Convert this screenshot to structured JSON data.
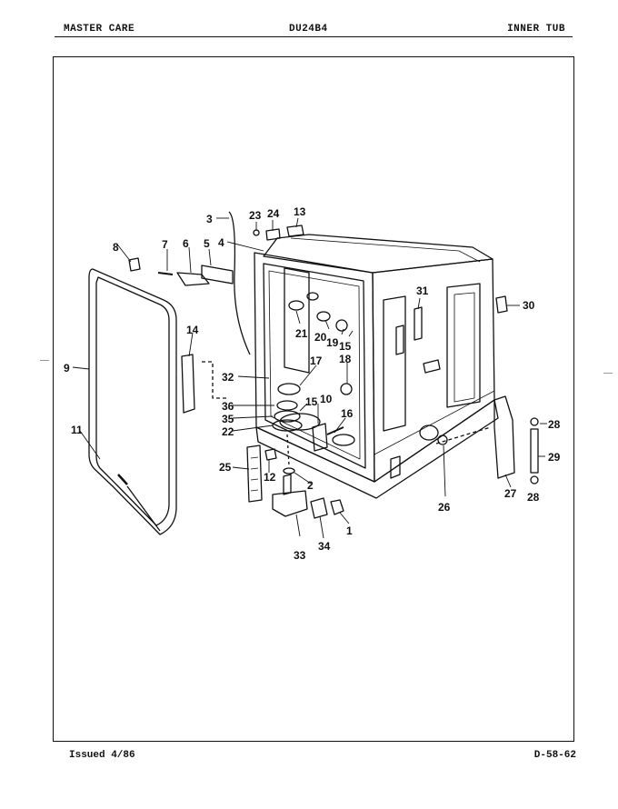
{
  "header": {
    "left": "MASTER CARE",
    "center": "DU24B4",
    "right": "INNER TUB"
  },
  "footer": {
    "left": "Issued 4/86",
    "right": "D-58-62"
  },
  "callouts": {
    "c1": "1",
    "c2": "2",
    "c3": "3",
    "c4": "4",
    "c5": "5",
    "c6": "6",
    "c7": "7",
    "c8": "8",
    "c9": "9",
    "c10": "10",
    "c11": "11",
    "c12": "12",
    "c13": "13",
    "c14": "14",
    "c15a": "15",
    "c15b": "15",
    "c16": "16",
    "c17": "17",
    "c18": "18",
    "c19": "19",
    "c20": "20",
    "c21": "21",
    "c22": "22",
    "c23": "23",
    "c24": "24",
    "c25": "25",
    "c26": "26",
    "c27": "27",
    "c28a": "28",
    "c28b": "28",
    "c29": "29",
    "c30": "30",
    "c31": "31",
    "c32": "32",
    "c33": "33",
    "c34": "34",
    "c35": "35",
    "c36": "36"
  }
}
